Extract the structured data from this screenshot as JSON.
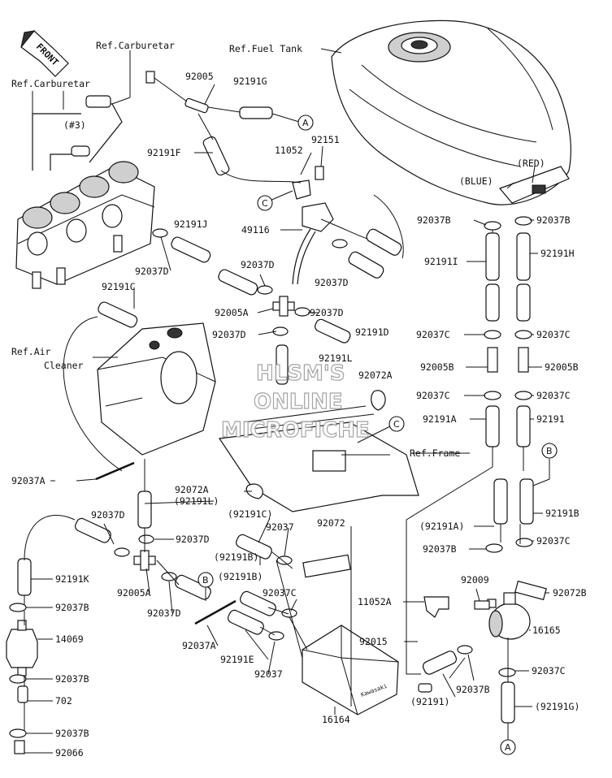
{
  "front_badge": "FRONT",
  "ref_labels": {
    "carburetor_top": "Ref.Carburetar",
    "carburetor_left": "Ref.Carburetar",
    "cyl3": "(#3)",
    "fuel_tank": "Ref.Fuel Tank",
    "air_cleaner_1": "Ref.Air",
    "air_cleaner_2": "Cleaner",
    "frame": "Ref.Frame",
    "blue": "(BLUE)",
    "red": "(RED)"
  },
  "callouts": {
    "a1": "A",
    "a2": "A",
    "b1": "B",
    "b2": "B",
    "c1": "C",
    "c2": "C"
  },
  "parts": {
    "p92005": "92005",
    "p92191g": "92191G",
    "p92191f": "92191F",
    "p11052": "11052",
    "p92151": "92151",
    "p92191j": "92191J",
    "p49116": "49116",
    "p92037d_carb": "92037D",
    "p92037d_1": "92037D",
    "p92037d_2": "92037D",
    "p92191c": "92191C",
    "p92005a": "92005A",
    "p92037d_3": "92037D",
    "p92037d_4": "92037D",
    "p92191d": "92191D",
    "p92191l": "92191L",
    "p92072a_1": "92072A",
    "p92037a_1": "92037A",
    "p92072a_2": "92072A",
    "p92191l_paren": "(92191L)",
    "p92191c_paren": "(92191C)",
    "p92037": "92037",
    "p92072": "92072",
    "p92037d_5": "92037D",
    "p92037d_6": "92037D",
    "p92191k": "92191K",
    "p92005a_2": "92005A",
    "p92191b_paren_1": "(92191B)",
    "p92191b_paren_2": "(92191B)",
    "p92037b_l1": "92037B",
    "p92037d_7": "92037D",
    "p92037c_mid": "92037C",
    "p14069": "14069",
    "p92037a_2": "92037A",
    "p92191e": "92191E",
    "p92037_2": "92037",
    "p92037b_l2": "92037B",
    "p702": "702",
    "p92037b_l3": "92037B",
    "p92066": "92066",
    "p16164": "16164",
    "r92037b_l": "92037B",
    "r92037b_r": "92037B",
    "r92191i": "92191I",
    "r92191h": "92191H",
    "r92037c_l1": "92037C",
    "r92037c_r1": "92037C",
    "r92005b_l": "92005B",
    "r92005b_r": "92005B",
    "r92037c_l2": "92037C",
    "r92037c_r2": "92037C",
    "r92191a": "92191A",
    "r92191": "92191",
    "r92191a_paren": "(92191A)",
    "r92191b": "92191B",
    "r92037b_2": "92037B",
    "r92037c_3": "92037C",
    "r11052a": "11052A",
    "r92009": "92009",
    "r92072b": "92072B",
    "r92015": "92015",
    "r16165": "16165",
    "r92037c_4": "92037C",
    "r92037b_3": "92037B",
    "r92191_paren": "(92191)",
    "r92191g_paren": "(92191G)"
  },
  "watermark": {
    "line1": "HLSM'S",
    "line2": "ONLINE",
    "line3": "MICROFICHE"
  }
}
